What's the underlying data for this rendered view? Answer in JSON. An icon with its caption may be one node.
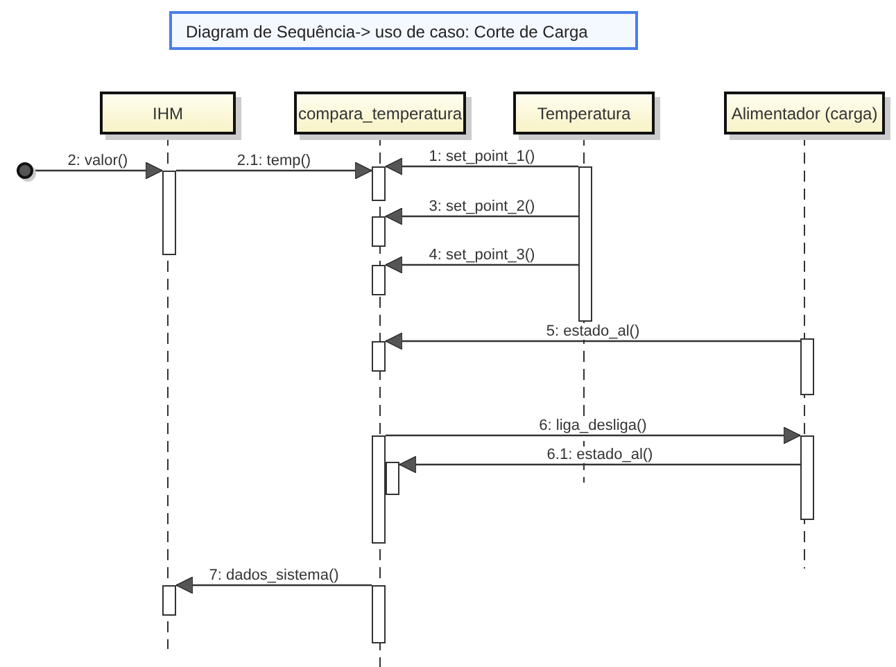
{
  "diagram": {
    "title": "Diagram de Sequência-> uso de caso: Corte de Carga",
    "nodes": [
      {
        "text": [
          "IHM"
        ]
      },
      {
        "text": [
          "compara_temperatura"
        ]
      },
      {
        "text": [
          "Temperatura"
        ]
      },
      {
        "text": [
          "Alimentador (carga)"
        ]
      },
      {
        "text": [],
        "shape": "circle"
      },
      {
        "text": [],
        "shape": "bar"
      },
      {
        "text": [],
        "shape": "bar"
      },
      {
        "text": [],
        "shape": "bar"
      },
      {
        "text": [],
        "shape": "bar"
      },
      {
        "text": [],
        "shape": "bar"
      },
      {
        "text": [],
        "shape": "bar"
      },
      {
        "text": [],
        "shape": "bar"
      },
      {
        "text": [],
        "shape": "bar"
      },
      {
        "text": [],
        "shape": "bar"
      },
      {
        "text": [],
        "shape": "bar"
      },
      {
        "text": [],
        "shape": "bar"
      },
      {
        "text": [],
        "shape": "bar"
      }
    ],
    "edges": [
      {
        "from": 4,
        "to": 5,
        "arrow": "to",
        "label": "2: valor()"
      },
      {
        "from": 5,
        "to": 6,
        "arrow": "to",
        "label": "2.1: temp()"
      },
      {
        "from": 7,
        "to": 6,
        "arrow": "to",
        "label": "1: set_point_1()"
      },
      {
        "from": 7,
        "to": 8,
        "arrow": "to",
        "label": "3: set_point_2()"
      },
      {
        "from": 7,
        "to": 9,
        "arrow": "to",
        "label": "4: set_point_3()"
      },
      {
        "from": 11,
        "to": 10,
        "arrow": "to",
        "label": "5: estado_al()"
      },
      {
        "from": 12,
        "to": 13,
        "arrow": "to",
        "label": "6: liga_desliga()"
      },
      {
        "from": 13,
        "to": 14,
        "arrow": "to",
        "label": "6.1: estado_al()"
      },
      {
        "from": 16,
        "to": 15,
        "arrow": "to",
        "label": "7: dados_sistema()"
      }
    ]
  }
}
